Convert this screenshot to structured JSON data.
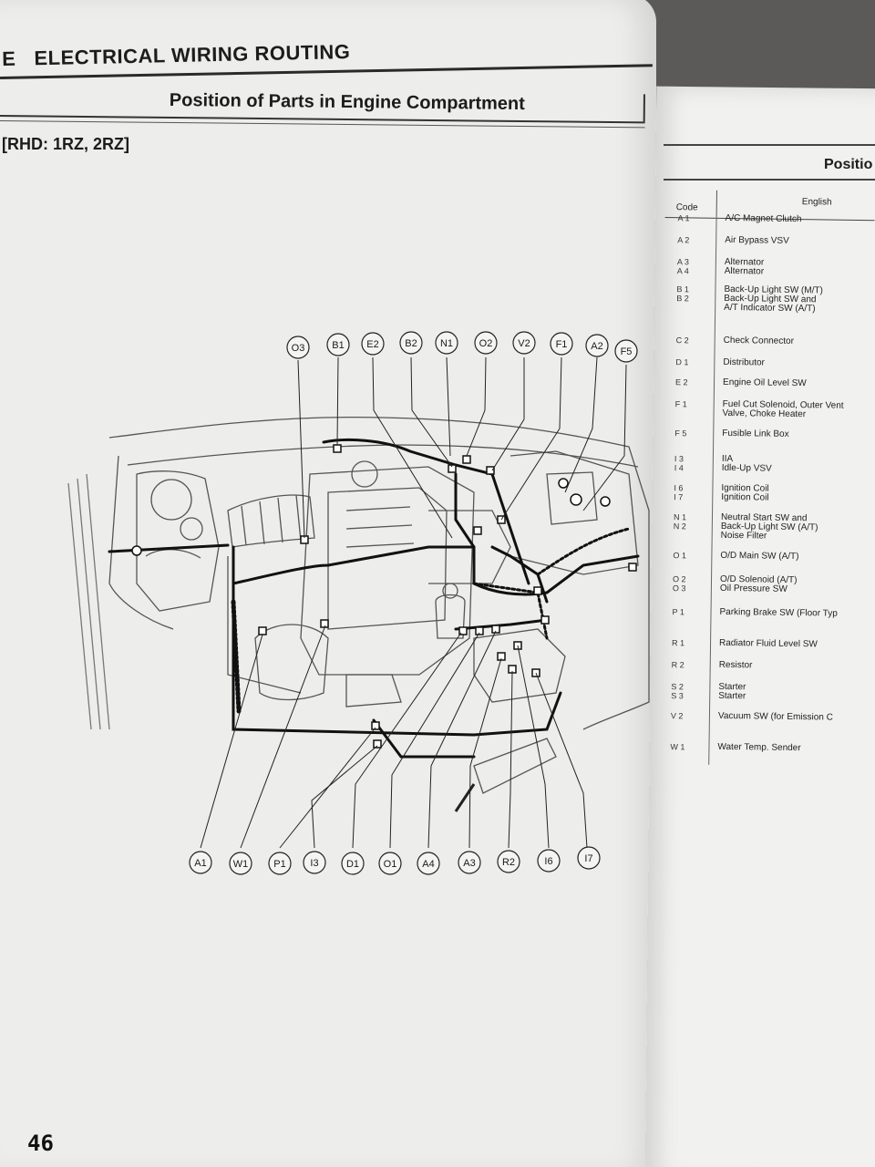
{
  "header": {
    "section_letter": "E",
    "section_title": "ELECTRICAL WIRING ROUTING",
    "subtitle": "Position of Parts in Engine Compartment",
    "model": "[RHD: 1RZ, 2RZ]"
  },
  "callouts_top": [
    "O3",
    "B1",
    "E2",
    "B2",
    "N1",
    "O2",
    "V2",
    "F1",
    "A2",
    "F5"
  ],
  "callouts_bottom": [
    "A1",
    "W1",
    "P1",
    "I3",
    "D1",
    "O1",
    "A4",
    "A3",
    "R2",
    "I6",
    "I7"
  ],
  "page_number": "46",
  "right_page": {
    "title": "Positio",
    "col_code": "Code",
    "col_english": "English",
    "rows": [
      {
        "code": "A 1",
        "english": "A/C Magnet Clutch"
      },
      {
        "code": "A 2",
        "english": "Air Bypass VSV"
      },
      {
        "code": "A 3\nA 4",
        "english": "Alternator\nAlternator"
      },
      {
        "code": "B 1\nB 2",
        "english": "Back-Up Light SW (M/T)\nBack-Up Light SW and\nA/T Indicator SW (A/T)"
      },
      {
        "code": "C 2",
        "english": "Check Connector"
      },
      {
        "code": "D 1",
        "english": "Distributor"
      },
      {
        "code": "E 2",
        "english": "Engine Oil Level SW"
      },
      {
        "code": "F 1",
        "english": "Fuel Cut Solenoid, Outer Vent\nValve, Choke Heater"
      },
      {
        "code": "F 5",
        "english": "Fusible Link Box"
      },
      {
        "code": "I 3\nI 4",
        "english": "IIA\nIdle-Up VSV"
      },
      {
        "code": "I 6\nI 7",
        "english": "Ignition Coil\nIgnition Coil"
      },
      {
        "code": "N 1\nN 2",
        "english": "Neutral Start SW and\nBack-Up Light SW (A/T)\nNoise Filter"
      },
      {
        "code": "O 1",
        "english": "O/D Main SW (A/T)"
      },
      {
        "code": "O 2\nO 3",
        "english": "O/D Solenoid (A/T)\nOil Pressure SW"
      },
      {
        "code": "P 1",
        "english": "Parking Brake SW (Floor Typ"
      },
      {
        "code": "R 1",
        "english": "Radiator Fluid Level SW"
      },
      {
        "code": "R 2",
        "english": "Resistor"
      },
      {
        "code": "S 2\nS 3",
        "english": "Starter\nStarter"
      },
      {
        "code": "V 2",
        "english": "Vacuum SW (for Emission C"
      },
      {
        "code": "W 1",
        "english": "Water Temp. Sender"
      }
    ]
  },
  "colors": {
    "paper": "#ededeb",
    "ink": "#1c1c1c",
    "background": "#5b5a58"
  }
}
